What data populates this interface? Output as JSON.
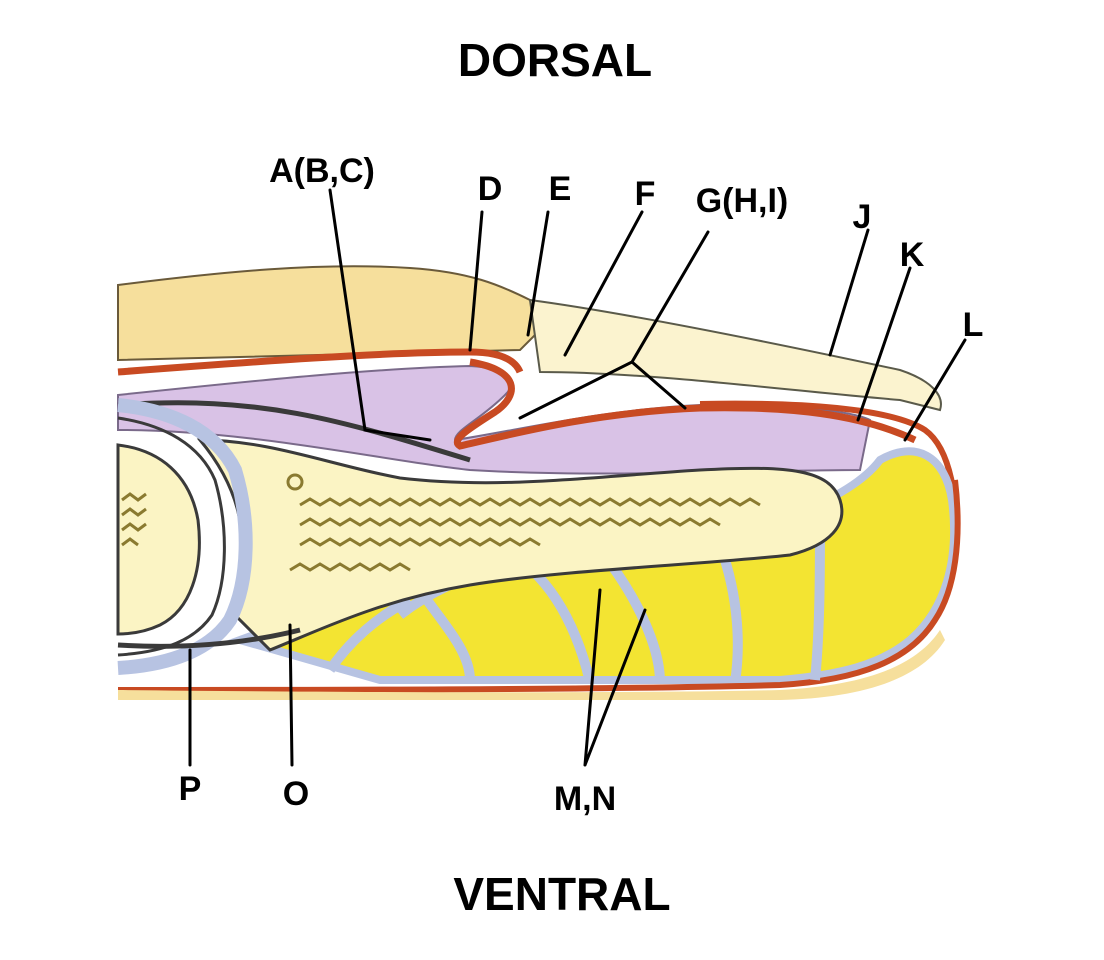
{
  "orientation": {
    "top": "DORSAL",
    "bottom": "VENTRAL"
  },
  "labels": {
    "a_b_c": "A(B,C)",
    "d": "D",
    "e": "E",
    "f": "F",
    "g_h_i": "G(H,I)",
    "j": "J",
    "k": "K",
    "l": "L",
    "m_n": "M,N",
    "o": "O",
    "p": "P"
  },
  "colors": {
    "epidermis": "#f6df9c",
    "dermis_line": "#c84a22",
    "dermis_fill": "#e8846a",
    "nail_plate": "#fbf3cf",
    "matrix": "#d9c2e6",
    "bone": "#fbf4c4",
    "fat_pads": "#f3e432",
    "septa": "#b7c3e2",
    "outline": "#3a3a3a"
  }
}
